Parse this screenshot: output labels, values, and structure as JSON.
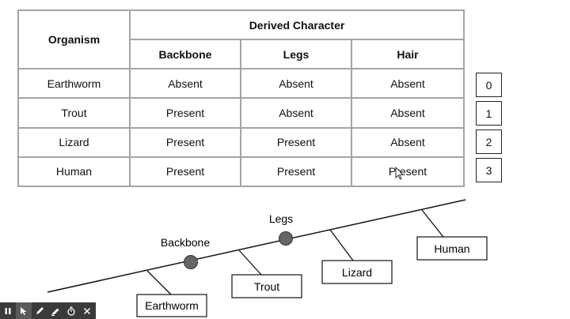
{
  "table": {
    "organism_header": "Organism",
    "derived_header": "Derived Character",
    "characters": [
      "Backbone",
      "Legs",
      "Hair"
    ],
    "rows": [
      {
        "organism": "Earthworm",
        "values": [
          "Absent",
          "Absent",
          "Absent"
        ]
      },
      {
        "organism": "Trout",
        "values": [
          "Present",
          "Absent",
          "Absent"
        ]
      },
      {
        "organism": "Lizard",
        "values": [
          "Present",
          "Present",
          "Absent"
        ]
      },
      {
        "organism": "Human",
        "values": [
          "Present",
          "Present",
          "Present"
        ]
      }
    ]
  },
  "counts": [
    "0",
    "1",
    "2",
    "3"
  ],
  "cladogram": {
    "traits": [
      "Backbone",
      "Legs"
    ],
    "taxa": [
      "Earthworm",
      "Trout",
      "Lizard",
      "Human"
    ],
    "node_color": "#666666"
  },
  "toolbar": {
    "icons": [
      "pause-icon",
      "pointer-icon",
      "pen-icon",
      "highlighter-icon",
      "timer-icon",
      "close-icon"
    ]
  }
}
